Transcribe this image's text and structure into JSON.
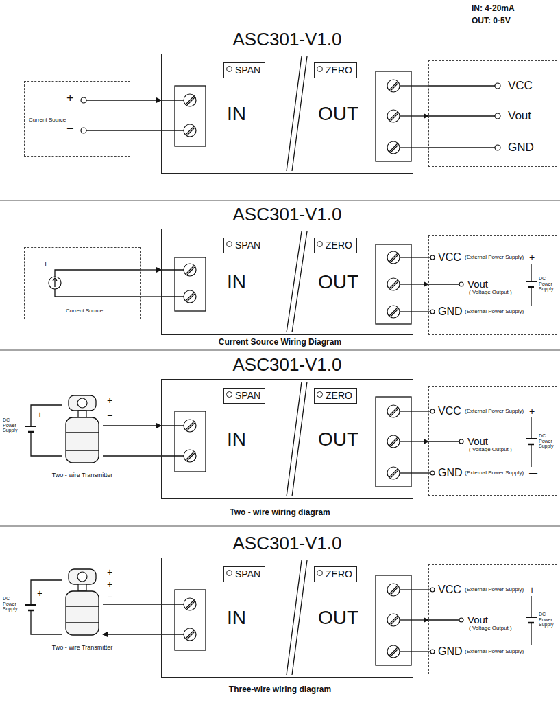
{
  "diagram": {
    "nodes": [
      {
        "text": [
          "ASC301-V1.0",
          "IN",
          "OUT"
        ]
      },
      {
        "text": [
          "SPAN"
        ],
        "in": 0
      },
      {
        "text": [
          "ZERO"
        ],
        "in": 0
      },
      {
        "text": [
          "Current Source"
        ]
      },
      {
        "text": [
          "VCC",
          "Vout",
          "GND"
        ]
      },
      {
        "text": [
          "ASC301-V1.0",
          "IN",
          "OUT"
        ]
      },
      {
        "text": [
          "SPAN"
        ],
        "in": 5
      },
      {
        "text": [
          "ZERO"
        ],
        "in": 5
      },
      {
        "text": [
          "Current Source"
        ]
      },
      {
        "text": [
          "VCC",
          "(External Power Supply)",
          "+",
          "Vout",
          "( Voltage Output )",
          "GND",
          "(External Power Supply)",
          "—",
          "DC Power Supply"
        ]
      },
      {
        "text": [
          "ASC301-V1.0",
          "IN",
          "OUT"
        ]
      },
      {
        "text": [
          "SPAN"
        ],
        "in": 10
      },
      {
        "text": [
          "ZERO"
        ],
        "in": 10
      },
      {
        "text": [
          "Two - wire Transmitter"
        ]
      },
      {
        "text": [
          "VCC",
          "(External Power Supply)",
          "+",
          "Vout",
          "( Voltage Output )",
          "GND",
          "(External Power Supply)",
          "—",
          "DC Power Supply"
        ]
      },
      {
        "text": [
          "ASC301-V1.0",
          "IN",
          "OUT"
        ]
      },
      {
        "text": [
          "SPAN"
        ],
        "in": 15
      },
      {
        "text": [
          "ZERO"
        ],
        "in": 15
      },
      {
        "text": [
          "Two - wire Transmitter"
        ]
      },
      {
        "text": [
          "VCC",
          "(External Power Supply)",
          "+",
          "Vout",
          "( Voltage Output )",
          "GND",
          "(External Power Supply)",
          "—",
          "DC Power Supply"
        ]
      }
    ],
    "edges": [
      {
        "from": 3,
        "to": 0,
        "arrow": "to"
      },
      {
        "from": 3,
        "to": 0,
        "arrow": "none"
      },
      {
        "from": 0,
        "to": 4,
        "arrow": "none"
      },
      {
        "from": 0,
        "to": 4,
        "arrow": "to"
      },
      {
        "from": 0,
        "to": 4,
        "arrow": "none"
      },
      {
        "from": 8,
        "to": 5,
        "arrow": "to"
      },
      {
        "from": 8,
        "to": 5,
        "arrow": "none"
      },
      {
        "from": 5,
        "to": 9,
        "arrow": "none"
      },
      {
        "from": 5,
        "to": 9,
        "arrow": "to"
      },
      {
        "from": 5,
        "to": 9,
        "arrow": "none"
      },
      {
        "from": 13,
        "to": 10,
        "arrow": "to"
      },
      {
        "from": 13,
        "to": 10,
        "arrow": "none"
      },
      {
        "from": 10,
        "to": 14,
        "arrow": "none"
      },
      {
        "from": 10,
        "to": 14,
        "arrow": "to"
      },
      {
        "from": 10,
        "to": 14,
        "arrow": "none"
      },
      {
        "from": 18,
        "to": 15,
        "arrow": "none"
      },
      {
        "from": 15,
        "to": 18,
        "arrow": "to"
      },
      {
        "from": 15,
        "to": 19,
        "arrow": "none"
      },
      {
        "from": 15,
        "to": 19,
        "arrow": "to"
      },
      {
        "from": 15,
        "to": 19,
        "arrow": "none"
      }
    ],
    "labels": [
      "IN: 4-20mA",
      "OUT: 0-5V",
      "+",
      "−",
      "+",
      "Current Source Wiring Diagram",
      "DC Power Supply",
      "+",
      "+",
      "−",
      "Two - wire wiring diagram",
      "DC Power Supply",
      "+",
      "+",
      "+",
      "−",
      "Three-wire wiring diagram"
    ]
  }
}
